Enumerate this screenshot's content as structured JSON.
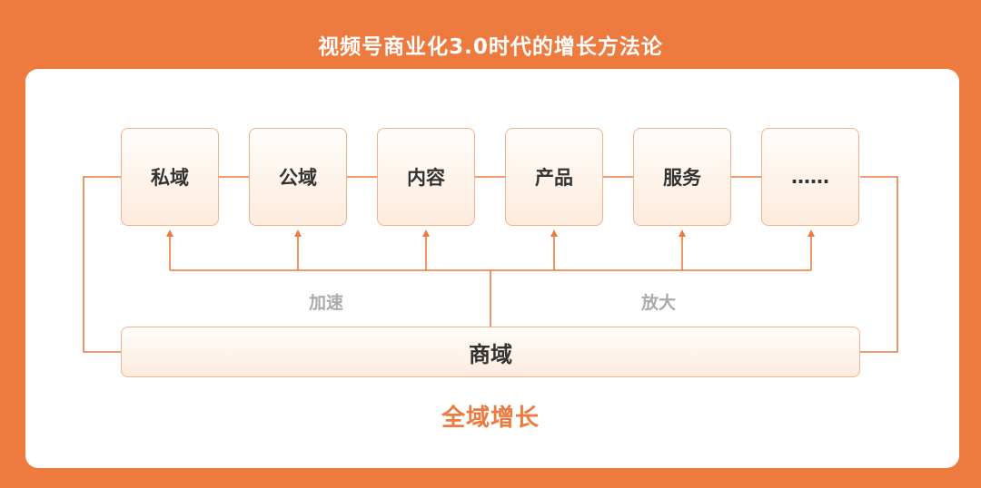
{
  "title": "视频号商业化3.0时代的增长方法论",
  "boxes": [
    {
      "label": "私域"
    },
    {
      "label": "公域"
    },
    {
      "label": "内容"
    },
    {
      "label": "产品"
    },
    {
      "label": "服务"
    },
    {
      "label": "……"
    }
  ],
  "labels": {
    "left": "加速",
    "right": "放大"
  },
  "base": "商域",
  "footer": "全域增长",
  "colors": {
    "background": "#ED7A3E",
    "line": "#ED7A3E",
    "box_border": "#F2B38C",
    "box_fill": "#FDEBDD",
    "footer_text": "#ED7A3E",
    "muted_text": "#AAAAAA"
  }
}
